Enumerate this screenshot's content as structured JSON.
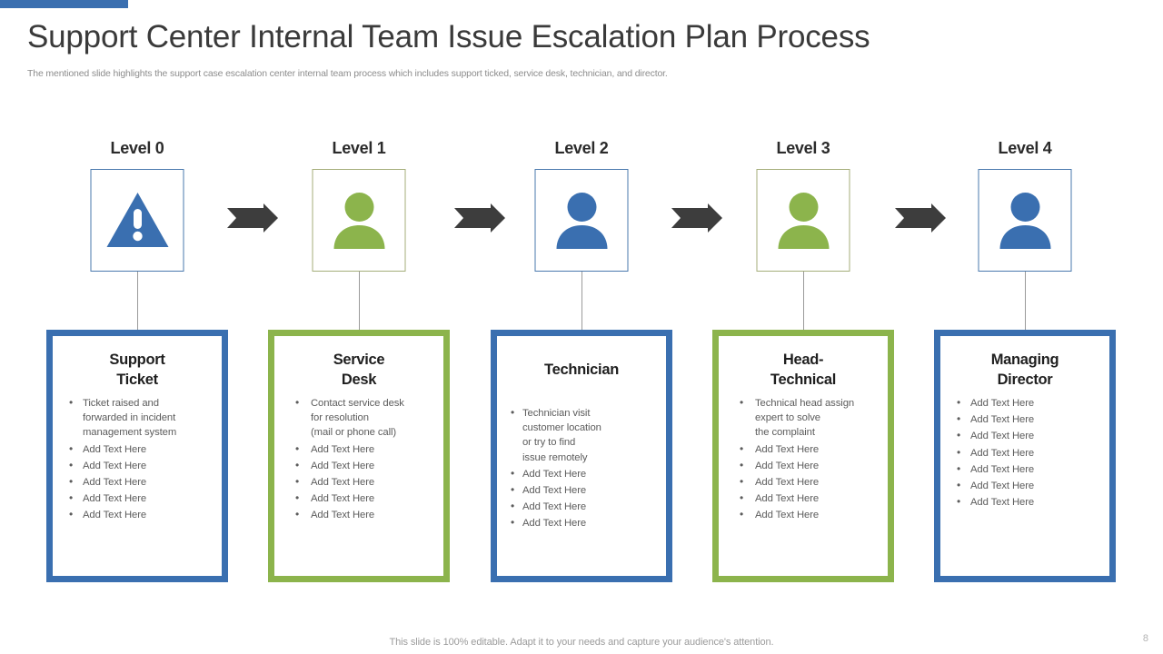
{
  "slide": {
    "title": "Support Center Internal Team Issue Escalation Plan Process",
    "subtitle": "The mentioned slide highlights the support case escalation center internal team process which includes support ticked, service desk, technician, and director.",
    "footer_note": "This slide is 100% editable. Adapt it to your needs and capture your audience's attention.",
    "page_number": "8"
  },
  "colors": {
    "blue": "#3A6FB0",
    "green": "#8CB44C",
    "arrow": "#3d3d3d",
    "title_text": "#3a3a3a",
    "body_text": "#5c5c5c"
  },
  "arrows": [
    {
      "name": "arrow-connector-1"
    },
    {
      "name": "arrow-connector-2"
    },
    {
      "name": "arrow-connector-3"
    },
    {
      "name": "arrow-connector-4"
    }
  ],
  "columns": [
    {
      "level_label": "Level 0",
      "icon": "warning-triangle-icon",
      "accent": "blue",
      "card_title": "Support\nTicket",
      "title_lines": [
        "Support",
        "Ticket"
      ],
      "bullets": [
        "Ticket raised and\nforwarded  in incident\nmanagement  system",
        "Add Text Here",
        "Add Text Here",
        "Add Text Here",
        "Add Text Here",
        "Add Text Here"
      ]
    },
    {
      "level_label": "Level 1",
      "icon": "person-icon",
      "accent": "green",
      "card_title": "Service\nDesk",
      "title_lines": [
        "Service",
        "Desk"
      ],
      "bullets": [
        "Contact service  desk\nfor resolution\n(mail or phone  call)",
        "Add Text Here",
        "Add Text Here",
        "Add Text Here",
        "Add Text Here",
        "Add Text Here"
      ]
    },
    {
      "level_label": "Level 2",
      "icon": "person-icon",
      "accent": "blue",
      "card_title": "Technician",
      "title_lines": [
        "Technician"
      ],
      "bullets": [
        "Technician visit\ncustomer location\nor try to find\nissue remotely",
        "Add Text Here",
        "Add Text Here",
        "Add Text Here",
        "Add Text Here"
      ]
    },
    {
      "level_label": "Level 3",
      "icon": "person-icon",
      "accent": "green",
      "card_title": "Head-\nTechnical",
      "title_lines": [
        "Head-",
        "Technical"
      ],
      "bullets": [
        "Technical head assign\nexpert to solve\nthe complaint",
        "Add Text Here",
        "Add Text Here",
        "Add Text Here",
        "Add Text Here",
        "Add Text Here"
      ]
    },
    {
      "level_label": "Level 4",
      "icon": "person-icon",
      "accent": "blue",
      "card_title": "Managing\nDirector",
      "title_lines": [
        "Managing",
        "Director"
      ],
      "bullets": [
        "Add Text Here",
        "Add Text Here",
        "Add Text Here",
        "Add Text Here",
        "Add Text Here",
        "Add Text Here",
        "Add Text Here"
      ]
    }
  ]
}
